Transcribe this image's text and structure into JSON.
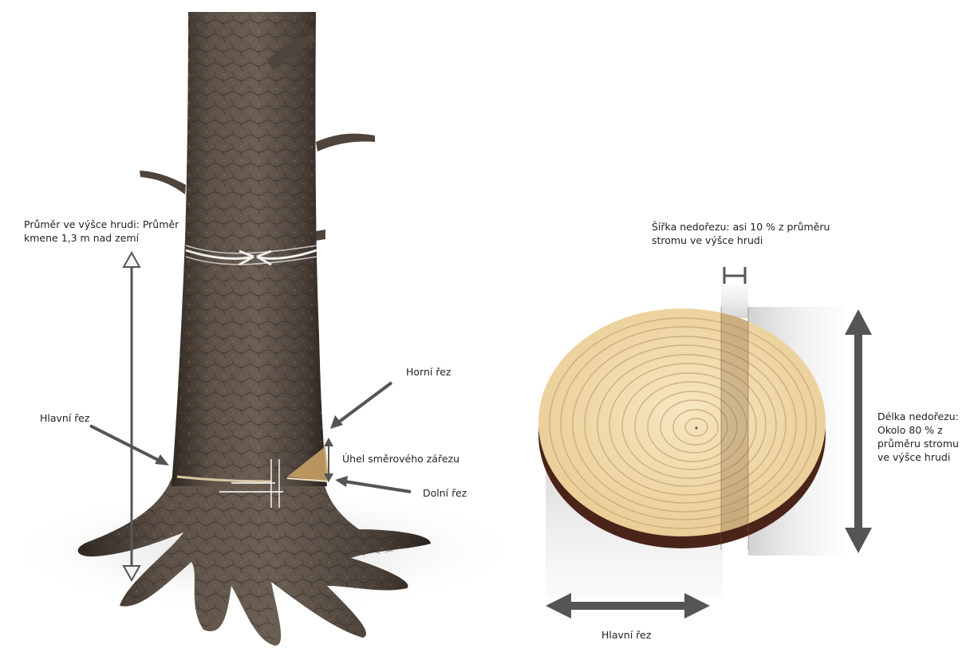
{
  "left_figure": {
    "dbh_label_line1": "Průměr ve výšce hrudi: Průměr",
    "dbh_label_line2": "kmene 1,3 m nad zemí",
    "main_cut_label": "Hlavní řez",
    "top_cut_label": "Horní řez",
    "notch_angle_label": "Úhel směrového zářezu",
    "bottom_cut_label": "Dolní řez"
  },
  "right_figure": {
    "hinge_width_line1": "Šířka nedořezu: asi 10 % z průměru",
    "hinge_width_line2": "stromu ve výšce hrudi",
    "hinge_length_line1": "Délka nedořezu:",
    "hinge_length_line2": "Okolo 80 % z",
    "hinge_length_line3": "průměru stromu",
    "hinge_length_line4": "ve výšce hrudi",
    "main_cut_label": "Hlavní řez"
  },
  "colors": {
    "bark": "#5b4f45",
    "bark_dark": "#3d332c",
    "wood_light": "#f3ddb0",
    "wood_ring": "#c9a977",
    "wood_edge": "#4a2418",
    "arrow_gray": "#555555",
    "arrow_light": "#d8d8d8"
  }
}
